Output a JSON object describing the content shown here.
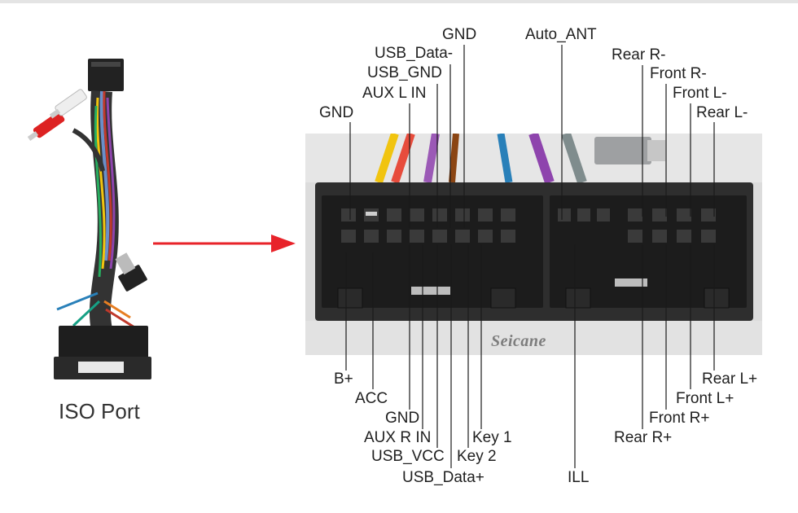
{
  "harness_label": "ISO Port",
  "watermark": "Seicane",
  "pins_top": {
    "gnd_left": "GND",
    "aux_l_in": "AUX L IN",
    "usb_gnd": "USB_GND",
    "usb_data_minus": "USB_Data-",
    "gnd_top": "GND",
    "auto_ant": "Auto_ANT",
    "rear_r_minus": "Rear R-",
    "front_r_minus": "Front R-",
    "front_l_minus": "Front L-",
    "rear_l_minus": "Rear L-"
  },
  "pins_bottom": {
    "b_plus": "B+",
    "acc": "ACC",
    "gnd_bottom": "GND",
    "aux_r_in": "AUX R IN",
    "usb_vcc": "USB_VCC",
    "usb_data_plus": "USB_Data+",
    "key_1": "Key 1",
    "key_2": "Key 2",
    "ill": "ILL",
    "rear_l_plus": "Rear L+",
    "front_l_plus": "Front L+",
    "front_r_plus": "Front R+",
    "rear_r_plus": "Rear R+"
  },
  "colors": {
    "arrow": "#e8232a",
    "leader": "#1a1a1a",
    "connector": "#2b2b2b"
  }
}
